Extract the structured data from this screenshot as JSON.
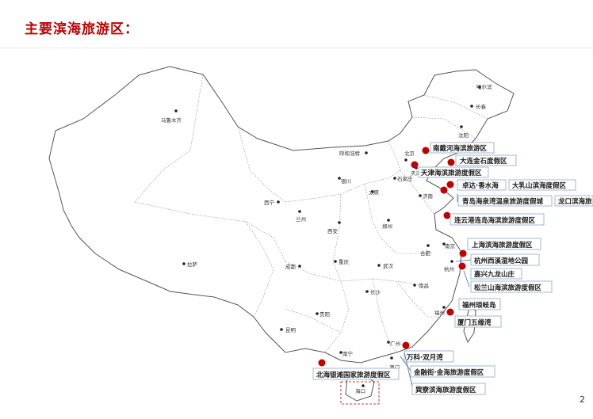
{
  "page": {
    "title": "主要滨海旅游区：",
    "page_number": "2"
  },
  "cities": [
    {
      "id": "harbin",
      "name": "哈尔滨"
    },
    {
      "id": "changchun",
      "name": "长春"
    },
    {
      "id": "shenyang",
      "name": "沈阳"
    },
    {
      "id": "urumqi",
      "name": "乌鲁木齐"
    },
    {
      "id": "hohhot",
      "name": "呼和浩特"
    },
    {
      "id": "beijing",
      "name": "北京"
    },
    {
      "id": "tianjin",
      "name": "天津"
    },
    {
      "id": "shijiazhuang",
      "name": "石家庄"
    },
    {
      "id": "taiyuan",
      "name": "太原"
    },
    {
      "id": "jinan",
      "name": "济南"
    },
    {
      "id": "yinchuan",
      "name": "银川"
    },
    {
      "id": "xining",
      "name": "西宁"
    },
    {
      "id": "lanzhou",
      "name": "兰州"
    },
    {
      "id": "xian",
      "name": "西安"
    },
    {
      "id": "zhengzhou",
      "name": "郑州"
    },
    {
      "id": "hefei",
      "name": "合肥"
    },
    {
      "id": "nanjing",
      "name": "南京"
    },
    {
      "id": "hangzhou",
      "name": "杭州"
    },
    {
      "id": "lhasa",
      "name": "拉萨"
    },
    {
      "id": "chengdu",
      "name": "成都"
    },
    {
      "id": "chongqing",
      "name": "重庆"
    },
    {
      "id": "wuhan",
      "name": "武汉"
    },
    {
      "id": "changsha",
      "name": "长沙"
    },
    {
      "id": "nanchang",
      "name": "南昌"
    },
    {
      "id": "fuzhou",
      "name": "福州"
    },
    {
      "id": "guiyang",
      "name": "贵阳"
    },
    {
      "id": "kunming",
      "name": "昆明"
    },
    {
      "id": "nanning",
      "name": "南宁"
    },
    {
      "id": "guangzhou",
      "name": "广州"
    },
    {
      "id": "macau",
      "name": "澳门"
    },
    {
      "id": "haikou",
      "name": "海口"
    }
  ],
  "resorts": [
    {
      "id": "nandaihe",
      "name": "南戴河海滨旅游区"
    },
    {
      "id": "dalian",
      "name": "大连金石度假区"
    },
    {
      "id": "tianjin-coast",
      "name": "天津海滨旅游度假区"
    },
    {
      "id": "weihai",
      "name": "卓达·香水海"
    },
    {
      "id": "rushan",
      "name": "大乳山滨海度假区"
    },
    {
      "id": "qingdao",
      "name": "青岛海泉湾温泉旅游度假城"
    },
    {
      "id": "longkou",
      "name": "龙口滨海旅"
    },
    {
      "id": "lianyungang",
      "name": "连云港连岛海滨旅游度假区"
    },
    {
      "id": "shanghai",
      "name": "上海滨海旅游度假区"
    },
    {
      "id": "xixi",
      "name": "杭州西溪湿地公园"
    },
    {
      "id": "jiulong",
      "name": "嘉兴九龙山庄"
    },
    {
      "id": "songlan",
      "name": "松兰山海滨旅游度假区"
    },
    {
      "id": "fuzhou-langqi",
      "name": "福州琅岐岛"
    },
    {
      "id": "xiamen",
      "name": "厦门五缘湾"
    },
    {
      "id": "wanke",
      "name": "万科·双月湾"
    },
    {
      "id": "jinsha",
      "name": "金融街·金海旅游度假区"
    },
    {
      "id": "beihai",
      "name": "北海银滩国家旅游度假区"
    },
    {
      "id": "huangliao",
      "name": "巽寮滨海旅游度假区"
    }
  ]
}
